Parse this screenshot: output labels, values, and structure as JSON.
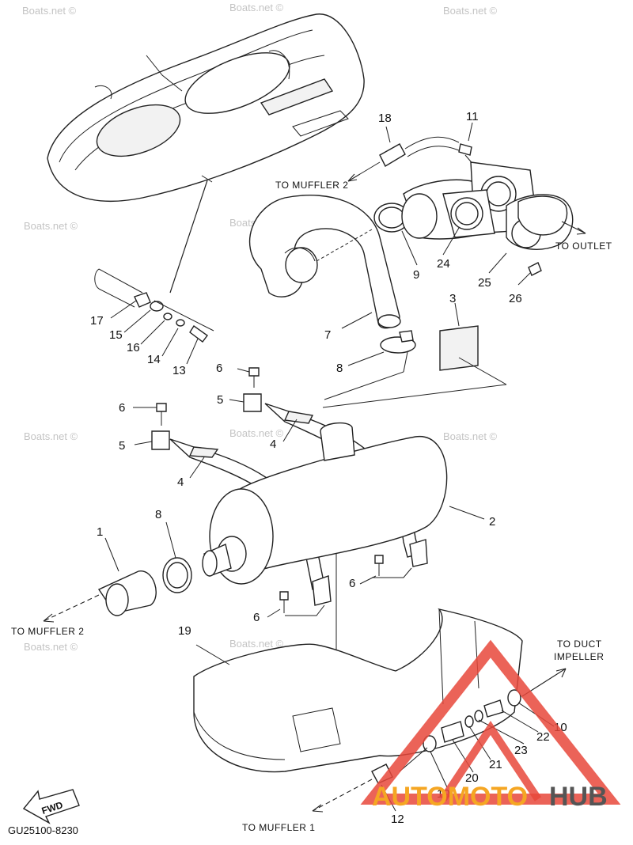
{
  "diagram": {
    "callouts": {
      "c1": "1",
      "c2": "2",
      "c3": "3",
      "c4a": "4",
      "c4b": "4",
      "c5a": "5",
      "c5b": "5",
      "c6a": "6",
      "c6b": "6",
      "c6c": "6",
      "c6d": "6",
      "c7": "7",
      "c8a": "8",
      "c8b": "8",
      "c9": "9",
      "c10a": "10",
      "c10b": "10",
      "c11": "11",
      "c12": "12",
      "c13": "13",
      "c14": "14",
      "c15": "15",
      "c16": "16",
      "c17": "17",
      "c18": "18",
      "c19": "19",
      "c20": "20",
      "c21": "21",
      "c22": "22",
      "c23": "23",
      "c24": "24",
      "c25": "25",
      "c26": "26"
    },
    "labels": {
      "to_muffler2_top": "TO MUFFLER 2",
      "to_outlet": "TO OUTLET",
      "to_muffler2_left": "TO MUFFLER 2",
      "to_duct": "TO DUCT",
      "impeller": "IMPELLER",
      "to_muffler1": "TO MUFFLER 1",
      "fwd": "FWD"
    },
    "part_code": "GU25100-8230",
    "watermark": "Boats.net ©",
    "logo": {
      "part1": "AUTOMOTO",
      "part2": "HUB",
      "color1": "#f5a623",
      "color2": "#555555",
      "triangle_color": "#e8483b"
    }
  }
}
